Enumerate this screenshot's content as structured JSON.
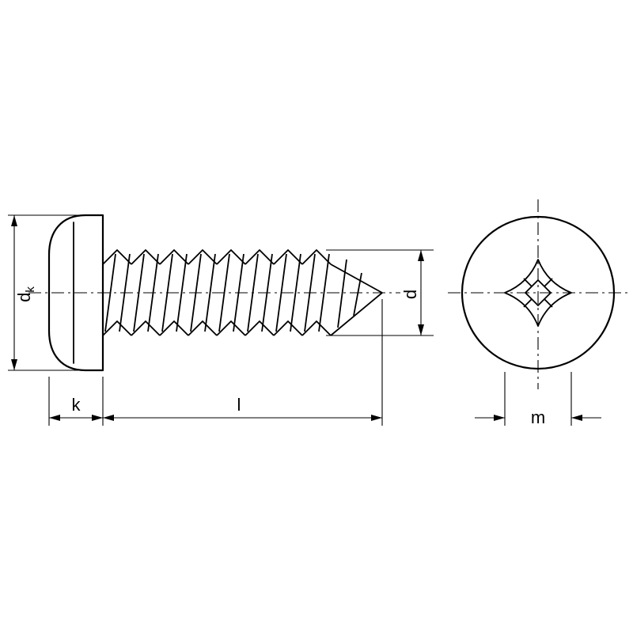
{
  "drawing": {
    "subject": "pan-head-tapping-screw-technical-drawing",
    "colors": {
      "line": "#000000",
      "background": "#ffffff"
    },
    "dimensions": {
      "head_diameter_main": "d",
      "head_diameter_sub": "k",
      "head_height": "k",
      "length": "l",
      "thread_diameter": "d",
      "recess_width": "m"
    }
  }
}
